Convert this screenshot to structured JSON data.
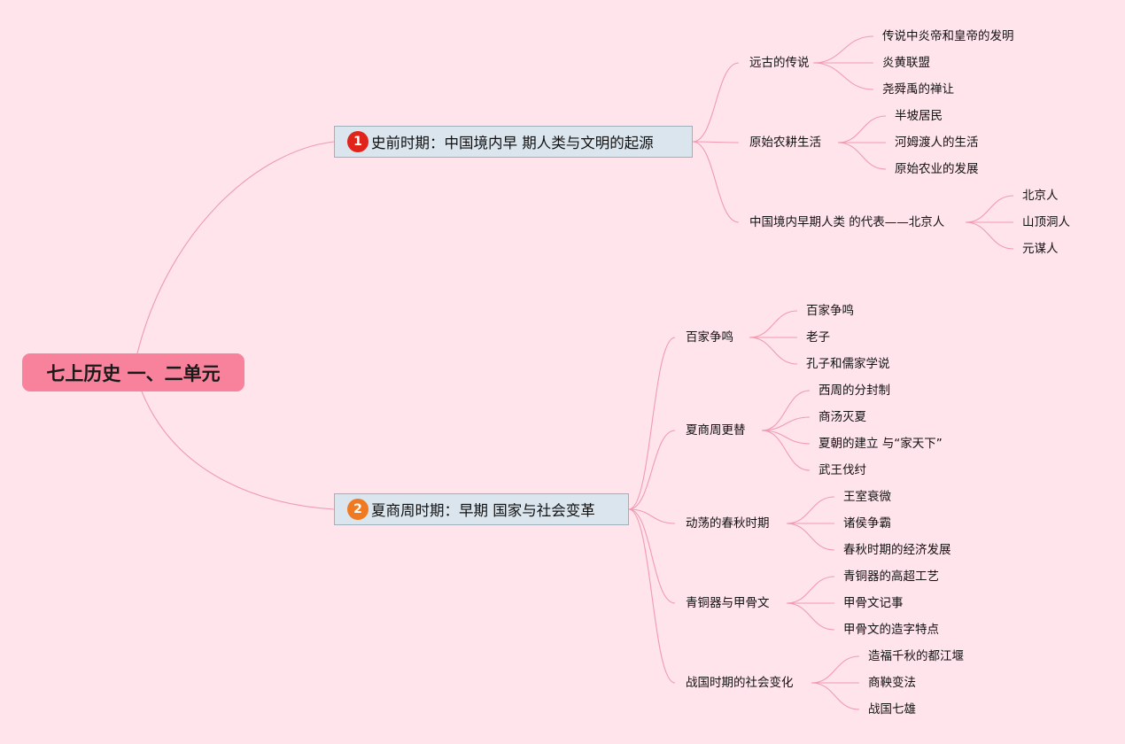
{
  "root": {
    "label": "七上历史 一、二单元"
  },
  "branches": [
    {
      "badge": "1",
      "label": "史前时期：中国境内早 期人类与文明的起源",
      "topics": [
        {
          "label": "远古的传说",
          "leaves": [
            "传说中炎帝和皇帝的发明",
            "炎黄联盟",
            "尧舜禹的禅让"
          ]
        },
        {
          "label": "原始农耕生活",
          "leaves": [
            "半坡居民",
            "河姆渡人的生活",
            "原始农业的发展"
          ]
        },
        {
          "label": "中国境内早期人类 的代表——北京人",
          "leaves": [
            "北京人",
            "山顶洞人",
            "元谋人"
          ]
        }
      ]
    },
    {
      "badge": "2",
      "label": "夏商周时期：早期 国家与社会变革",
      "topics": [
        {
          "label": "百家争鸣",
          "leaves": [
            "百家争鸣",
            "老子",
            "孔子和儒家学说"
          ]
        },
        {
          "label": "夏商周更替",
          "leaves": [
            "西周的分封制",
            "商汤灭夏",
            "夏朝的建立 与“家天下”",
            "武王伐纣"
          ]
        },
        {
          "label": "动荡的春秋时期",
          "leaves": [
            "王室衰微",
            "诸侯争霸",
            "春秋时期的经济发展"
          ]
        },
        {
          "label": "青铜器与甲骨文",
          "leaves": [
            "青铜器的高超工艺",
            "甲骨文记事",
            "甲骨文的造字特点"
          ]
        },
        {
          "label": "战国时期的社会变化",
          "leaves": [
            "造福千秋的都江堰",
            "商鞅变法",
            "战国七雄"
          ]
        }
      ]
    }
  ]
}
